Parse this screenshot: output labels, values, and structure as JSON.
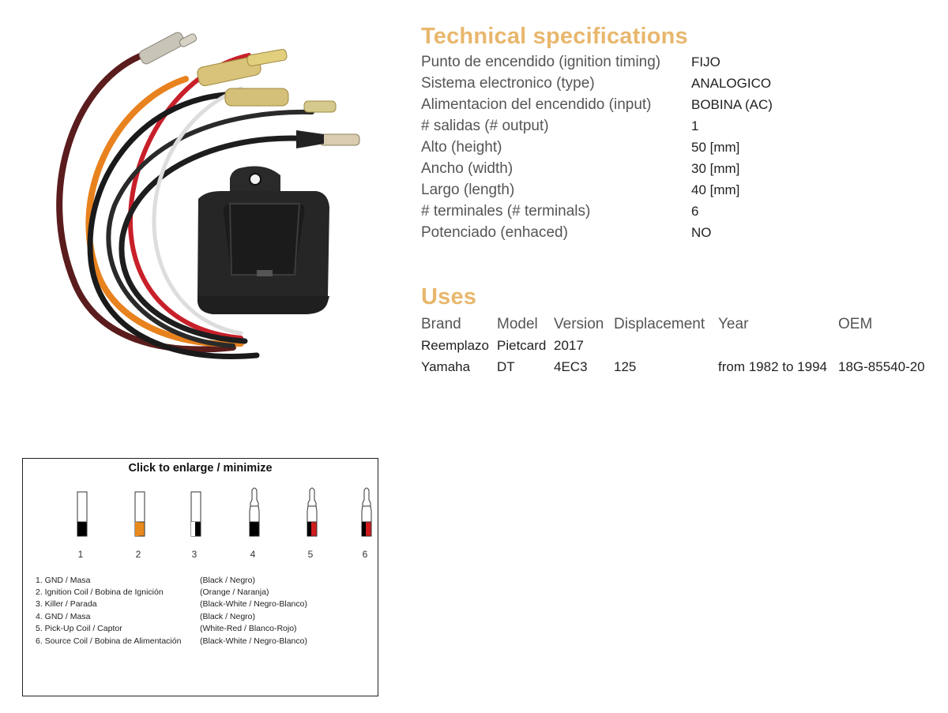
{
  "specs": {
    "title": "Technical specifications",
    "rows": [
      {
        "label": "Punto de encendido (ignition timing)",
        "value": "FIJO"
      },
      {
        "label": "Sistema electronico (type)",
        "value": "ANALOGICO"
      },
      {
        "label": "Alimentacion del encendido (input)",
        "value": "BOBINA (AC)"
      },
      {
        "label": "# salidas (# output)",
        "value": "1"
      },
      {
        "label": "Alto (height)",
        "value": "50 [mm]"
      },
      {
        "label": "Ancho (width)",
        "value": "30 [mm]"
      },
      {
        "label": "Largo (length)",
        "value": "40 [mm]"
      },
      {
        "label": "# terminales (# terminals)",
        "value": "6"
      },
      {
        "label": "Potenciado (enhaced)",
        "value": "NO"
      }
    ]
  },
  "uses": {
    "title": "Uses",
    "headers": {
      "brand": "Brand",
      "model": "Model",
      "version": "Version",
      "displacement": "Displacement",
      "year": "Year",
      "oem": "OEM"
    },
    "rows": [
      {
        "brand": "Reemplazo",
        "model": "Pietcard",
        "version": "2017",
        "displacement": "",
        "year": "",
        "oem": ""
      },
      {
        "brand": "Yamaha",
        "model": "DT",
        "version": "4EC3",
        "displacement": "125",
        "year": "from 1982 to 1994",
        "oem": "18G-85540-20"
      }
    ]
  },
  "diagram": {
    "title": "Click to enlarge / minimize",
    "terminals": [
      {
        "number": "1",
        "stripe_color": "#000000"
      },
      {
        "number": "2",
        "stripe_color": "#e8891c"
      },
      {
        "number": "3",
        "stripe_color": "#000000"
      },
      {
        "number": "4",
        "stripe_color": "#000000"
      },
      {
        "number": "5",
        "stripe_color": "#d01c1c"
      },
      {
        "number": "6",
        "stripe_color": "#d01c1c"
      }
    ],
    "legend": [
      {
        "name": "1. GND / Masa",
        "color": "(Black / Negro)"
      },
      {
        "name": "2. Ignition Coil / Bobina de Ignición",
        "color": "(Orange / Naranja)"
      },
      {
        "name": "3. Killer / Parada",
        "color": "(Black-White / Negro-Blanco)"
      },
      {
        "name": "4. GND / Masa",
        "color": "(Black / Negro)"
      },
      {
        "name": "5. Pick-Up Coil / Captor",
        "color": "(White-Red / Blanco-Rojo)"
      },
      {
        "name": "6. Source Coil / Bobina de Alimentación",
        "color": "(Black-White / Negro-Blanco)"
      }
    ]
  },
  "colors": {
    "heading_accent": "#e8b76d",
    "wire_black": "#1a1a1a",
    "wire_orange": "#e8821e",
    "wire_red": "#c8202a",
    "wire_brown": "#5a1c1c"
  }
}
